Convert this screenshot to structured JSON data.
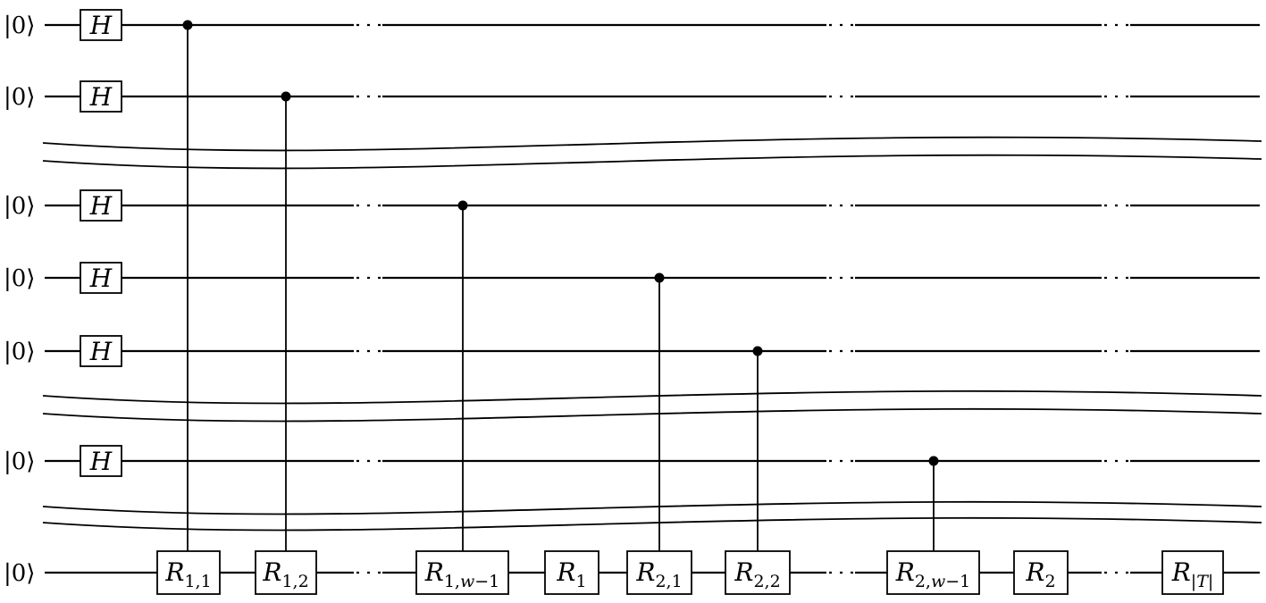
{
  "circuit": {
    "inputs": [
      "|0⟩",
      "|0⟩",
      "|0⟩",
      "|0⟩",
      "|0⟩",
      "|0⟩",
      "|0⟩"
    ],
    "hadamard_label": "H",
    "gates": [
      {
        "id": "R_1_1",
        "base": "R",
        "sub": [
          [
            "1,1",
            false
          ]
        ]
      },
      {
        "id": "R_1_2",
        "base": "R",
        "sub": [
          [
            "1,2",
            false
          ]
        ]
      },
      {
        "id": "R_1_w-1",
        "base": "R",
        "sub": [
          [
            "1,",
            false
          ],
          [
            "w",
            true
          ],
          [
            "−1",
            false
          ]
        ]
      },
      {
        "id": "R_1",
        "base": "R",
        "sub": [
          [
            "1",
            false
          ]
        ]
      },
      {
        "id": "R_2_1",
        "base": "R",
        "sub": [
          [
            "2,1",
            false
          ]
        ]
      },
      {
        "id": "R_2_2",
        "base": "R",
        "sub": [
          [
            "2,2",
            false
          ]
        ]
      },
      {
        "id": "R_2_w-1",
        "base": "R",
        "sub": [
          [
            "2,",
            false
          ],
          [
            "w",
            true
          ],
          [
            "−1",
            false
          ]
        ]
      },
      {
        "id": "R_2",
        "base": "R",
        "sub": [
          [
            "2",
            false
          ]
        ]
      },
      {
        "id": "R_T",
        "base": "R",
        "sub": [
          [
            "|",
            false
          ],
          [
            "T",
            true
          ],
          [
            "|",
            false
          ]
        ]
      }
    ]
  }
}
